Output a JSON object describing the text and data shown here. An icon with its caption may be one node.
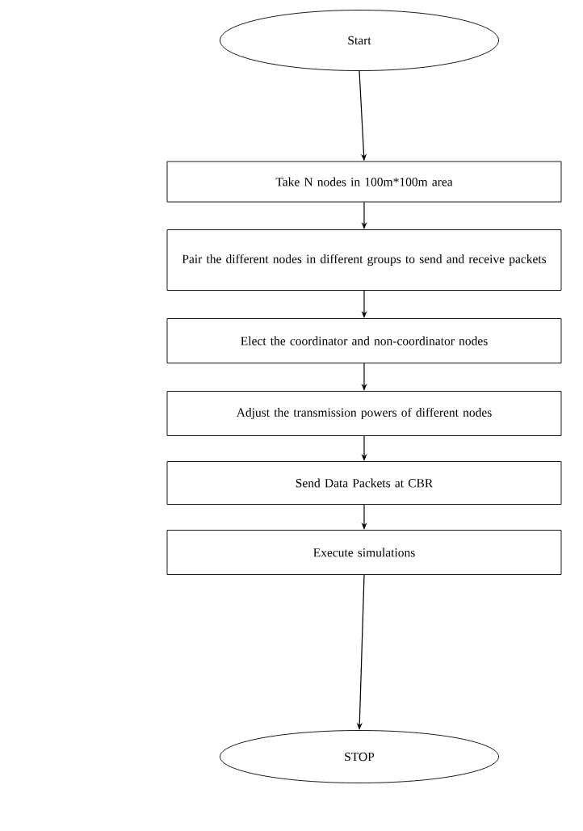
{
  "diagram": {
    "nodes": [
      {
        "text": [
          "Start"
        ]
      },
      {
        "text": [
          "Take N nodes in 100m*100m area"
        ]
      },
      {
        "text": [
          "Pair the different nodes in different groups to send and receive packets"
        ]
      },
      {
        "text": [
          "Elect the coordinator and non-coordinator nodes"
        ]
      },
      {
        "text": [
          "Adjust the transmission powers of different nodes"
        ]
      },
      {
        "text": [
          "Send Data Packets at CBR"
        ]
      },
      {
        "text": [
          "Execute simulations"
        ]
      },
      {
        "text": [
          "STOP"
        ]
      }
    ],
    "edges": [
      {
        "from": 0,
        "to": 1,
        "arrow": "to"
      },
      {
        "from": 1,
        "to": 2,
        "arrow": "to"
      },
      {
        "from": 2,
        "to": 3,
        "arrow": "to"
      },
      {
        "from": 3,
        "to": 4,
        "arrow": "to"
      },
      {
        "from": 4,
        "to": 5,
        "arrow": "to"
      },
      {
        "from": 5,
        "to": 6,
        "arrow": "to"
      },
      {
        "from": 6,
        "to": 7,
        "arrow": "to"
      }
    ]
  }
}
